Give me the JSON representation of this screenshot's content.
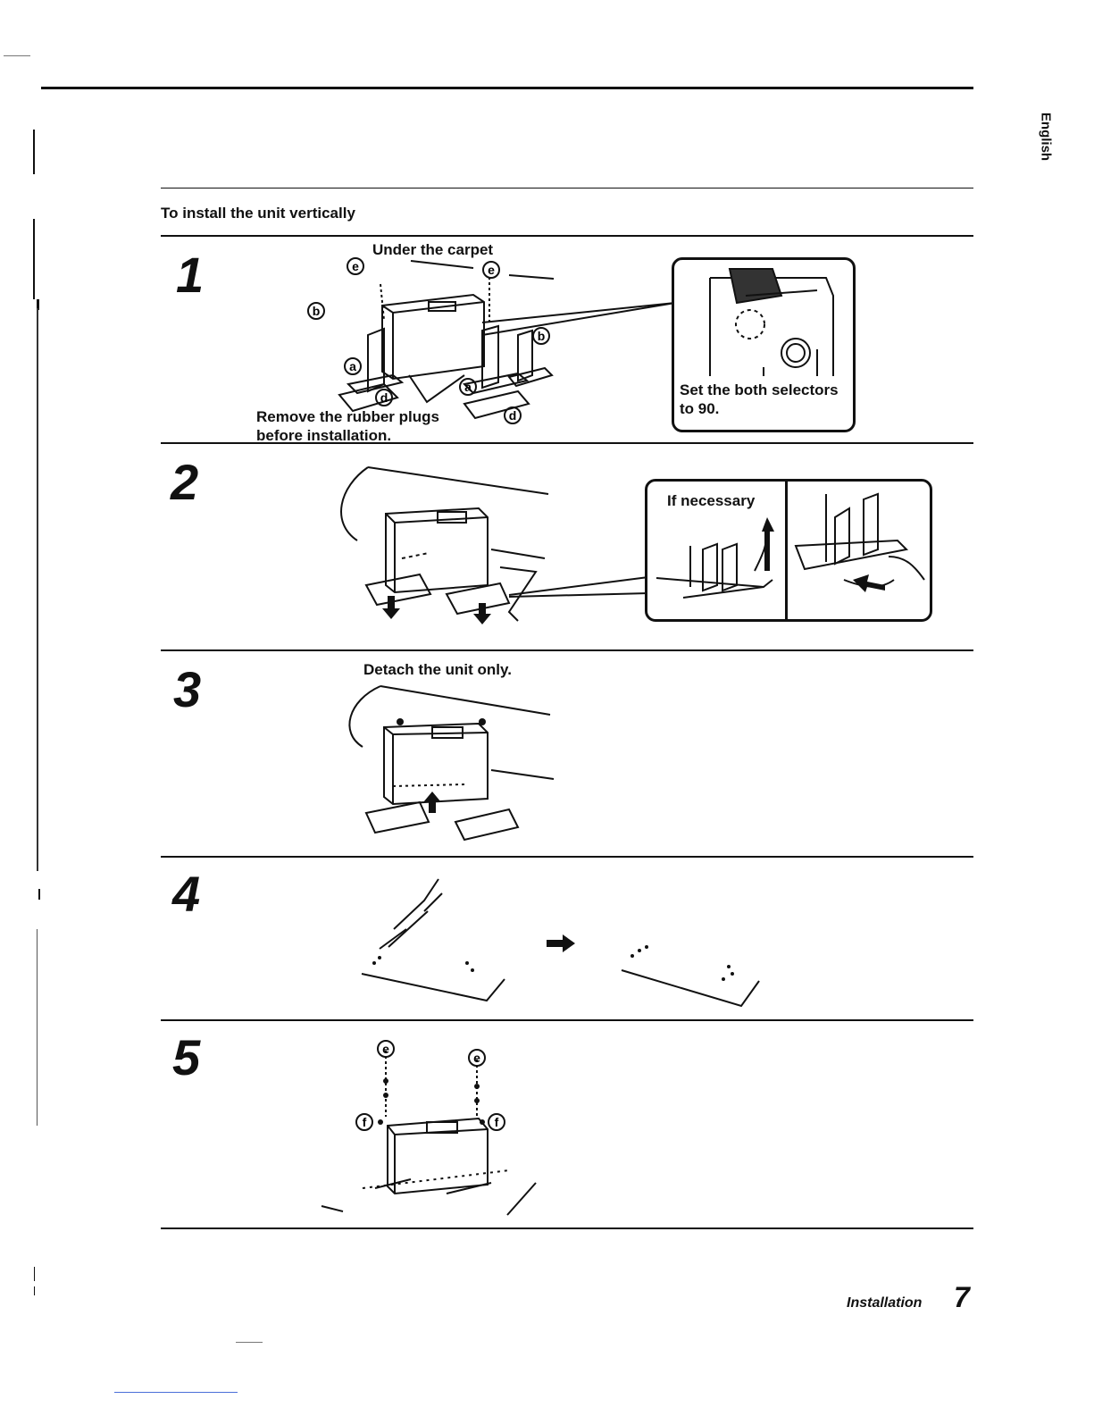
{
  "page": {
    "language_tab": "English",
    "section_title": "To install the unit vertically",
    "footer_section": "Installation",
    "page_number": "7"
  },
  "steps": [
    {
      "number": "1",
      "labels": {
        "under_carpet": "Under the carpet",
        "remove_plugs_line1": "Remove the rubber plugs",
        "remove_plugs_line2": "before installation.",
        "callout_line1": "Set the both selectors",
        "callout_line2": "to 90."
      },
      "part_markers": [
        "e",
        "e",
        "b",
        "b",
        "a",
        "a",
        "d",
        "d"
      ]
    },
    {
      "number": "2",
      "labels": {
        "callout": "If necessary"
      }
    },
    {
      "number": "3",
      "labels": {
        "caption": "Detach the unit only."
      }
    },
    {
      "number": "4",
      "labels": {}
    },
    {
      "number": "5",
      "part_markers": [
        "e",
        "e",
        "f",
        "f"
      ]
    }
  ],
  "icons": {
    "arrow": "right-arrow-icon"
  }
}
